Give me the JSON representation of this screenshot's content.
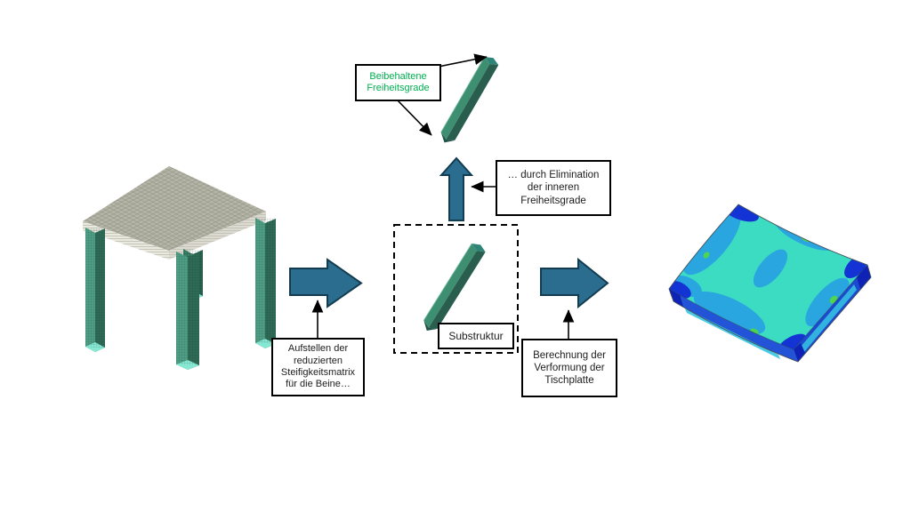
{
  "boxes": {
    "retained": {
      "text": "Beibehaltene\nFreiheitsgrade"
    },
    "elimination": {
      "text": "… durch Elimination\nder inneren\nFreiheitsgrade"
    },
    "substructure": {
      "text": "Substruktur"
    },
    "stiffness": {
      "text": "Aufstellen der\nreduzierten\nSteifigkeitsmatrix\nfür die Beine…"
    },
    "deformation": {
      "text": "Berechnung der\nVerformung der\nTischplatte"
    }
  },
  "colors": {
    "retained_text_green": "#00b050",
    "flow_arrow_fill": "#2a6d8e",
    "flow_arrow_stroke": "#143c50",
    "tabletop_grey": "#b5b5a8",
    "table_edge_band": "#e9e9e0",
    "leg_teal_light": "#4f9e84",
    "leg_teal_dark": "#2f6a57",
    "leg_cap_cyan": "#86e8d2",
    "beam_green_light": "#3e8e72",
    "beam_green_dark": "#295d4d",
    "contour_turquoise": "#3bdcc2",
    "contour_sky_blue": "#29a5e0",
    "contour_dark_blue": "#1433d4",
    "contour_green_spot": "#4ed44f",
    "box_border": "#000000"
  },
  "figures": {
    "table_model": "table-fe-model",
    "substructure_beam": "substructure-beam",
    "retained_dof_beam": "retained-dof-beam",
    "contour_plate": "deformed-plate-contour"
  }
}
